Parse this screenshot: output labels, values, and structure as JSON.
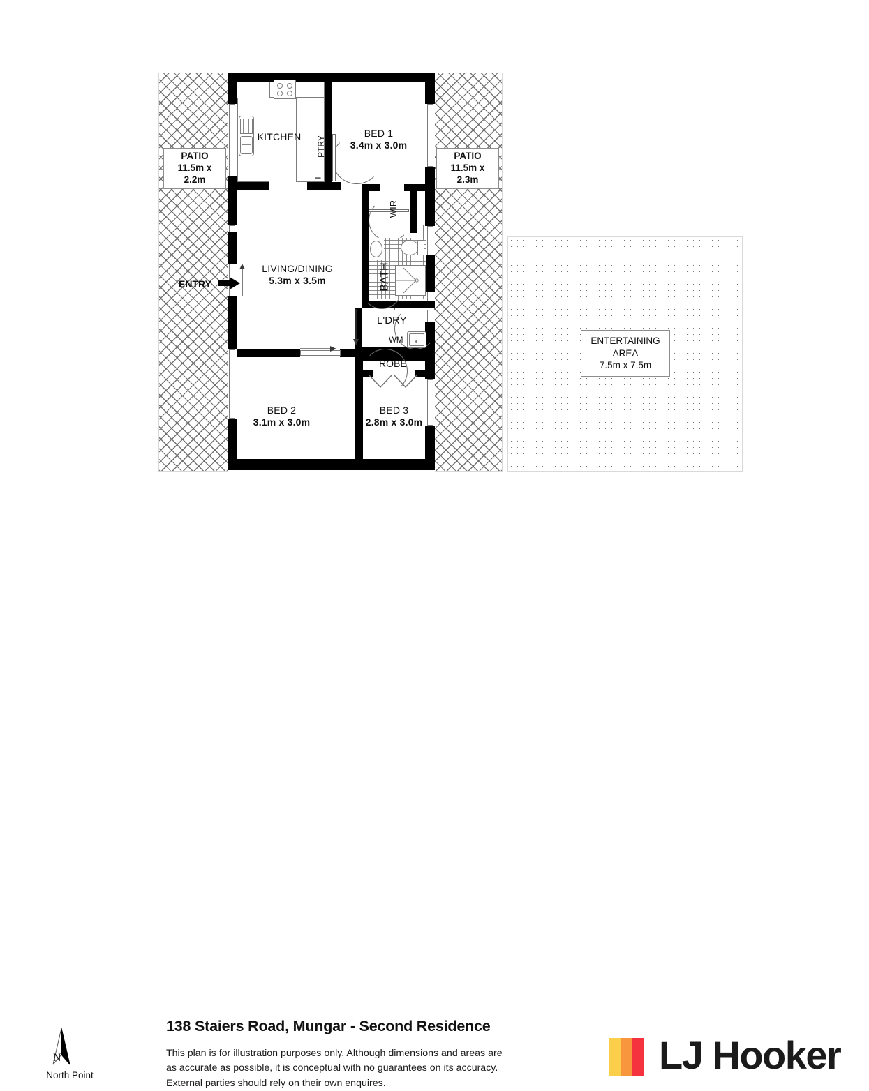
{
  "document": {
    "title": "138 Staiers Road, Mungar - Second Residence",
    "disclaimer_line1": "This plan is for illustration purposes only.  Although dimensions and areas are",
    "disclaimer_line2": "as accurate as possible, it is conceptual with no guarantees on its accuracy.",
    "disclaimer_line3": "External parties should rely on their own enquires."
  },
  "compass": {
    "label": "North Point",
    "cardinal": "N"
  },
  "branding": {
    "name": "LJ Hooker",
    "bar_colors": [
      "#FBCF49",
      "#F7963C",
      "#F5333F"
    ]
  },
  "plan": {
    "entry_label": "ENTRY",
    "rooms": [
      {
        "name": "KITCHEN",
        "dimensions": ""
      },
      {
        "name": "BED 1",
        "dimensions": "3.4m x 3.0m"
      },
      {
        "name": "LIVING/DINING",
        "dimensions": "5.3m x 3.5m"
      },
      {
        "name": "BED 2",
        "dimensions": "3.1m x 3.0m"
      },
      {
        "name": "BED 3",
        "dimensions": "2.8m x 3.0m"
      },
      {
        "name": "BATH",
        "dimensions": ""
      },
      {
        "name": "L'DRY",
        "dimensions": ""
      },
      {
        "name": "ROBE",
        "dimensions": ""
      },
      {
        "name": "WIR",
        "dimensions": ""
      },
      {
        "name": "PTRY",
        "dimensions": ""
      },
      {
        "name": "F",
        "dimensions": ""
      },
      {
        "name": "WM",
        "dimensions": ""
      }
    ],
    "patio_left": {
      "name": "PATIO",
      "dimensions": "11.5m x 2.2m"
    },
    "patio_right": {
      "name": "PATIO",
      "dimensions": "11.5m x 2.3m"
    },
    "entertaining": {
      "name_line1": "ENTERTAINING",
      "name_line2": "AREA",
      "dimensions": "7.5m x 7.5m"
    }
  }
}
